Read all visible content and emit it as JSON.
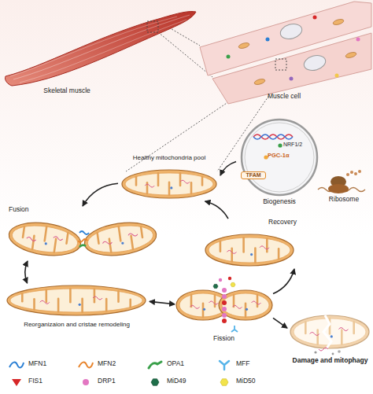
{
  "diagram": {
    "nodes": [
      {
        "text": [
          "Skeletal muscle"
        ]
      },
      {
        "text": [
          "Muscle cell"
        ]
      },
      {
        "text": [
          "NRF1/2",
          "PGC-1α",
          "TFAM",
          "Biogenesis"
        ]
      },
      {
        "text": [
          "Healthy mitochondria pool"
        ]
      },
      {
        "text": [
          "Fusion"
        ]
      },
      {
        "text": [
          "Reorganizaion and cristae remodeling"
        ]
      },
      {
        "text": [
          "Fission"
        ]
      },
      {
        "text": [
          "Recovery"
        ]
      },
      {
        "text": [
          "Damage and mitophagy"
        ]
      }
    ],
    "edges": [
      {
        "from": 2,
        "to": 3,
        "arrow": "to"
      },
      {
        "from": 3,
        "to": 4,
        "arrow": "to"
      },
      {
        "from": 4,
        "to": 5,
        "arrow": "both"
      },
      {
        "from": 5,
        "to": 6,
        "arrow": "both"
      },
      {
        "from": 6,
        "to": 7,
        "arrow": "to"
      },
      {
        "from": 7,
        "to": 3,
        "arrow": "to"
      },
      {
        "from": 6,
        "to": 8,
        "arrow": "to"
      }
    ],
    "labels": [
      "Ribosome"
    ],
    "legend": [
      {
        "text": "MFN1"
      },
      {
        "text": "MFN2"
      },
      {
        "text": "OPA1"
      },
      {
        "text": "MFF"
      },
      {
        "text": "FIS1"
      },
      {
        "text": "DRP1"
      },
      {
        "text": "MiD49"
      },
      {
        "text": "MiD50"
      }
    ]
  }
}
